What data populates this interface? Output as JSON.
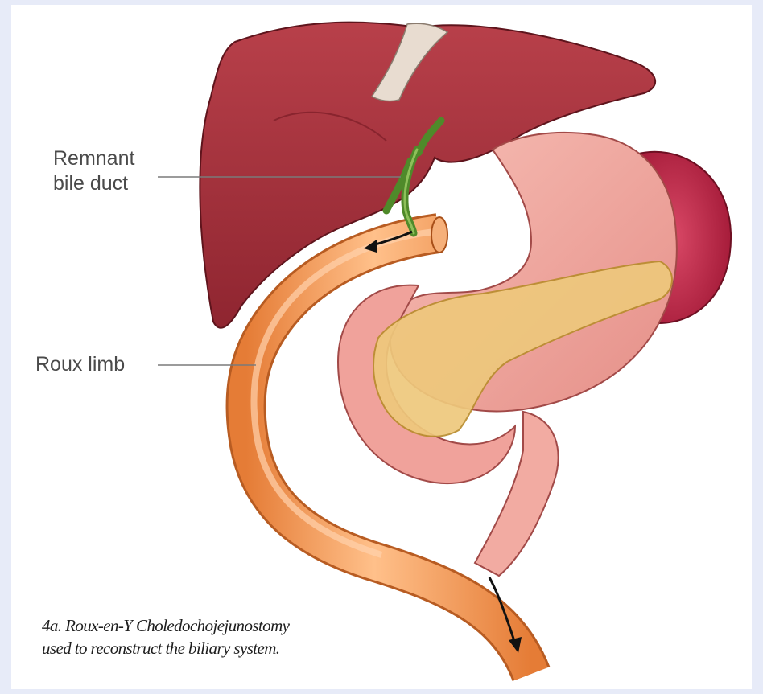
{
  "labels": {
    "remnant_bile_duct": "Remnant\nbile duct",
    "roux_limb": "Roux limb"
  },
  "caption": {
    "line1": "4a. Roux-en-Y Choledochojejunostomy",
    "line2": "used to reconstruct the biliary system."
  },
  "colors": {
    "page_border": "#e7ebf8",
    "liver": "#a8313a",
    "stomach": "#f2a8a0",
    "pancreas": "#e8c46a",
    "spleen": "#b8213e",
    "roux_limb": "#f29a55",
    "bile_duct": "#4f8a2a"
  }
}
